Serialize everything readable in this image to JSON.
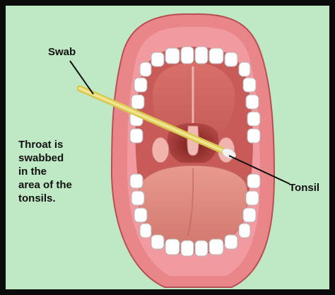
{
  "labels": {
    "swab": "Swab",
    "tonsil": "Tonsil"
  },
  "note": {
    "lines": [
      "Throat is",
      "swabbed",
      "in the",
      "area of the",
      "tonsils."
    ]
  },
  "colors": {
    "background": "#bfe8c4",
    "frame": "#0b0b0b",
    "lips": "#e9868a",
    "mouth_interior": "#c85a57",
    "tongue": "#e08a7e",
    "teeth": "#ffffff",
    "swab_stick": "#e8d870"
  }
}
